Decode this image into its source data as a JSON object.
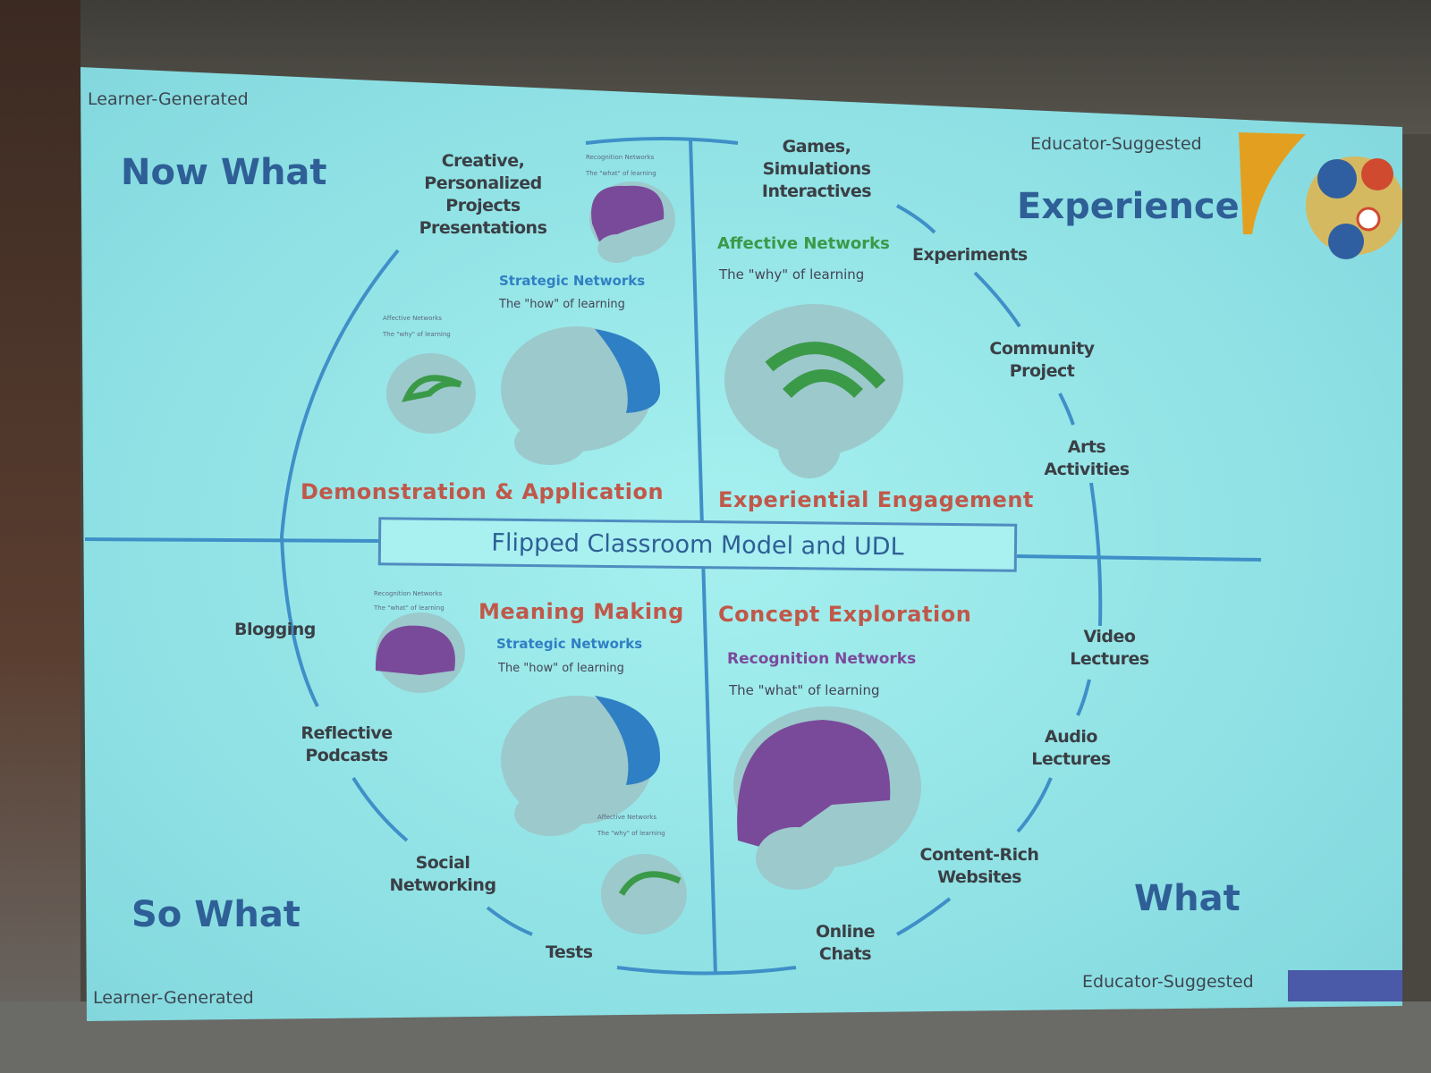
{
  "slide": {
    "title": "Flipped Classroom Model and UDL",
    "corner_labels": {
      "top_left": "Learner-Generated",
      "top_right": "Educator-Suggested",
      "bottom_left": "Learner-Generated",
      "bottom_right": "Educator-Suggested"
    },
    "quadrants": {
      "top_left": "Now What",
      "top_right": "Experience",
      "bottom_left": "So What",
      "bottom_right": "What"
    },
    "stages": {
      "top_left": "Demonstration & Application",
      "top_right": "Experiential Engagement",
      "bottom_left": "Meaning Making",
      "bottom_right": "Concept Exploration"
    },
    "activities": [
      "Creative, Personalized Projects Presentations",
      "Games, Simulations Interactives",
      "Experiments",
      "Community Project",
      "Arts Activities",
      "Video Lectures",
      "Audio Lectures",
      "Content-Rich Websites",
      "Online Chats",
      "Tests",
      "Social Networking",
      "Reflective Podcasts",
      "Blogging"
    ],
    "networks": {
      "strategic": {
        "name": "Strategic Networks",
        "sub": "The \"how\" of learning"
      },
      "affective": {
        "name": "Affective Networks",
        "sub": "The \"why\" of learning"
      },
      "recognition": {
        "name": "Recognition Networks",
        "sub": "The \"what\" of learning"
      }
    },
    "colors": {
      "background": "#9fe8ea",
      "axis": "#3f8fc8",
      "stage_text": "#c0584a",
      "quadrant_text": "#2e5f96",
      "strategic": "#2f7fc4",
      "affective": "#3a9a48",
      "recognition": "#7a4a9a"
    }
  }
}
